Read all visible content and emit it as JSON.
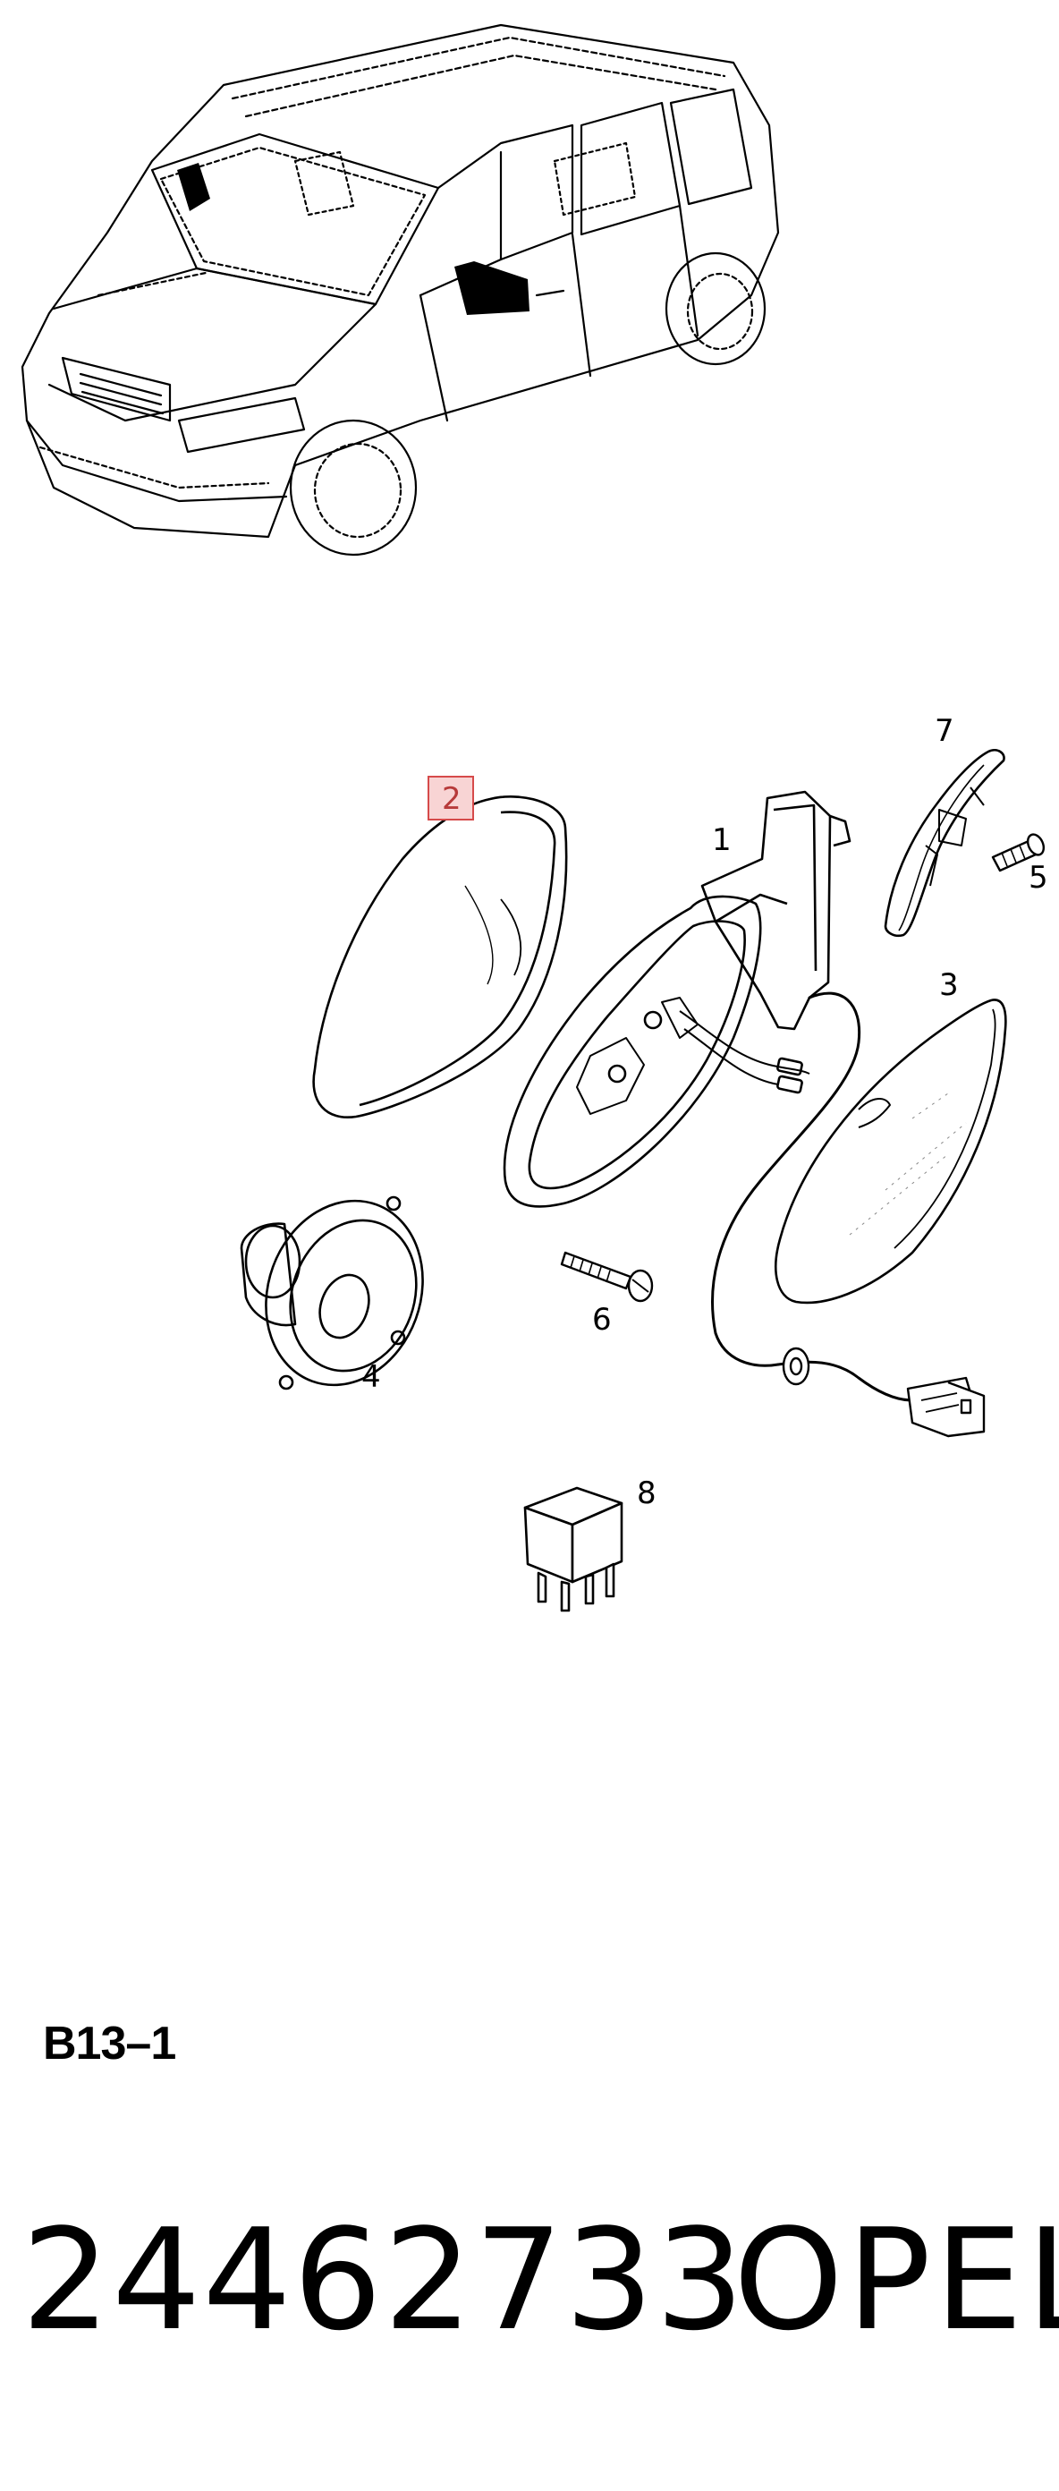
{
  "diagram": {
    "callouts": [
      {
        "id": "1",
        "label": "1",
        "highlighted": false
      },
      {
        "id": "2",
        "label": "2",
        "highlighted": true
      },
      {
        "id": "3",
        "label": "3",
        "highlighted": false
      },
      {
        "id": "4",
        "label": "4",
        "highlighted": false
      },
      {
        "id": "5",
        "label": "5",
        "highlighted": false
      },
      {
        "id": "6",
        "label": "6",
        "highlighted": false
      },
      {
        "id": "7",
        "label": "7",
        "highlighted": false
      },
      {
        "id": "8",
        "label": "8",
        "highlighted": false
      }
    ],
    "highlight_color": "#d64a4a"
  },
  "footer": {
    "group_code": "B13–1",
    "part_number": "24462733",
    "brand": "OPEL"
  }
}
